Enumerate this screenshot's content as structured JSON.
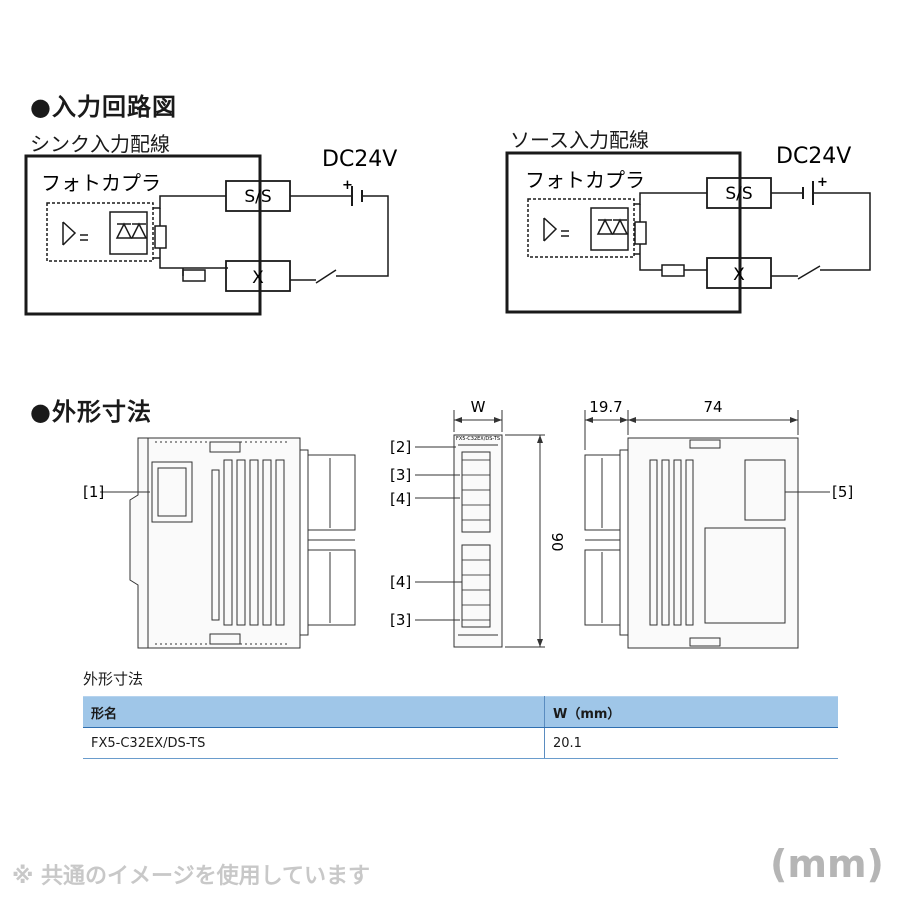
{
  "sections": {
    "circuit_heading": "●入力回路図",
    "dimension_heading": "●外形寸法"
  },
  "sink": {
    "title": "シンク入力配線",
    "photocoupler_label": "フォトカプラ",
    "voltage": "DC24V",
    "common_terminal": "S/S",
    "input_terminal": "X",
    "battery_sign": "+"
  },
  "source": {
    "title": "ソース入力配線",
    "photocoupler_label": "フォトカプラ",
    "voltage": "DC24V",
    "common_terminal": "S/S",
    "input_terminal": "X",
    "battery_sign": "+"
  },
  "dimensions": {
    "width_label": "W",
    "height_value": "90",
    "side_depth_1": "19.7",
    "side_depth_2": "74",
    "callouts": [
      "[1]",
      "[2]",
      "[3]",
      "[4]",
      "[4]",
      "[3]",
      "[5]"
    ],
    "module_print": "FX5-C32EX/DS-TS"
  },
  "table": {
    "caption": "外形寸法",
    "headers": [
      "形名",
      "W（mm）"
    ],
    "rows": [
      [
        "FX5-C32EX/DS-TS",
        "20.1"
      ]
    ]
  },
  "footer": {
    "note": "※ 共通のイメージを使用しています",
    "unit": "(mm)"
  }
}
